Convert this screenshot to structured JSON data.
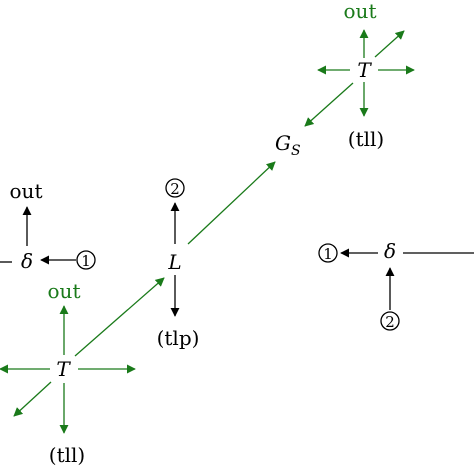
{
  "nodes": {
    "t_top": {
      "text": "T"
    },
    "gs": {
      "main": "G",
      "sub": "S"
    },
    "l": {
      "text": "L"
    },
    "t_bottom": {
      "text": "T"
    },
    "delta_left": {
      "text": "δ"
    },
    "delta_right": {
      "text": "δ"
    }
  },
  "labels": {
    "out_top": "out",
    "tll_top": "(tll)",
    "out_left": "out",
    "out_bottom": "out",
    "tlp": "(tlp)",
    "tll_bottom": "(tll)"
  },
  "ports": {
    "two_l": "2",
    "one_left": "1",
    "one_right": "1",
    "two_right": "2"
  },
  "colors": {
    "green": "#1a7a1a",
    "black": "#000000"
  }
}
